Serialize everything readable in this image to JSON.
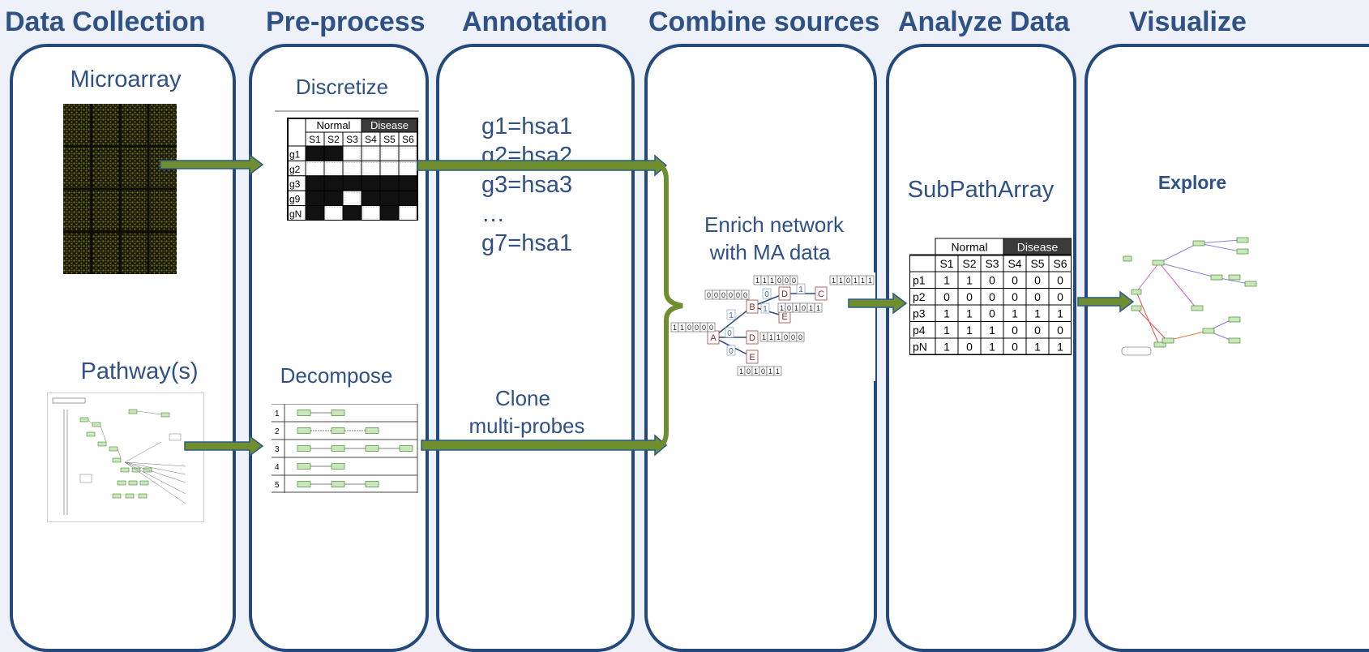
{
  "stages": [
    {
      "id": "collection",
      "header": "Data Collection"
    },
    {
      "id": "preprocess",
      "header": "Pre-process"
    },
    {
      "id": "annotation",
      "header": "Annotation"
    },
    {
      "id": "combine",
      "header": "Combine sources"
    },
    {
      "id": "analyze",
      "header": "Analyze Data"
    },
    {
      "id": "visualize",
      "header": "Visualize"
    }
  ],
  "collection": {
    "microarray_label": "Microarray",
    "pathway_label": "Pathway(s)"
  },
  "preprocess": {
    "discretize_label": "Discretize",
    "decompose_label": "Decompose",
    "discretize_table": {
      "groups": [
        "Normal",
        "Disease"
      ],
      "columns": [
        "S1",
        "S2",
        "S3",
        "S4",
        "S5",
        "S6"
      ],
      "rows": [
        "g1",
        "g2",
        "g3",
        "g9",
        "gN"
      ],
      "filled": [
        [
          1,
          1,
          0,
          0,
          0,
          0
        ],
        [
          0,
          0,
          0,
          0,
          0,
          0
        ],
        [
          1,
          1,
          1,
          1,
          1,
          1
        ],
        [
          1,
          1,
          0,
          1,
          1,
          1
        ],
        [
          1,
          0,
          1,
          0,
          1,
          0
        ]
      ]
    },
    "decompose_rows": [
      "1",
      "2",
      "3",
      "4",
      "5"
    ]
  },
  "annotation": {
    "mappings": [
      "g1=hsa1",
      "g2=hsa2",
      "g3=hsa3",
      "…",
      "g7=hsa1"
    ],
    "clone_line1": "Clone",
    "clone_line2": "multi-probes"
  },
  "combine": {
    "enrich_line1": "Enrich network",
    "enrich_line2": "with MA data",
    "nodes": [
      "A",
      "B",
      "C",
      "D",
      "D",
      "E",
      "E"
    ],
    "edge_labels": [
      "1",
      "0",
      "1",
      "1",
      "0",
      "0"
    ],
    "bitstrings": [
      "111000",
      "110111",
      "000000",
      "101011",
      "110000",
      "111000",
      "101011"
    ]
  },
  "analyze": {
    "title": "SubPathArray",
    "table": {
      "groups": [
        "Normal",
        "Disease"
      ],
      "columns": [
        "S1",
        "S2",
        "S3",
        "S4",
        "S5",
        "S6"
      ],
      "rows": [
        {
          "label": "p1",
          "values": [
            "1",
            "1",
            "0",
            "0",
            "0",
            "0"
          ]
        },
        {
          "label": "p2",
          "values": [
            "0",
            "0",
            "0",
            "0",
            "0",
            "0"
          ]
        },
        {
          "label": "p3",
          "values": [
            "1",
            "1",
            "0",
            "1",
            "1",
            "1"
          ]
        },
        {
          "label": "p4",
          "values": [
            "1",
            "1",
            "1",
            "0",
            "0",
            "0"
          ]
        },
        {
          "label": "pN",
          "values": [
            "1",
            "0",
            "1",
            "0",
            "1",
            "1"
          ]
        }
      ]
    }
  },
  "visualize": {
    "explore_label": "Explore"
  },
  "colors": {
    "header": "#2f5185",
    "border": "#24497c",
    "arrow": "#6f8f2e",
    "arrow_outline": "#2c5a8c",
    "background": "#eef1f7",
    "disease_header": "#3b3b3b"
  }
}
